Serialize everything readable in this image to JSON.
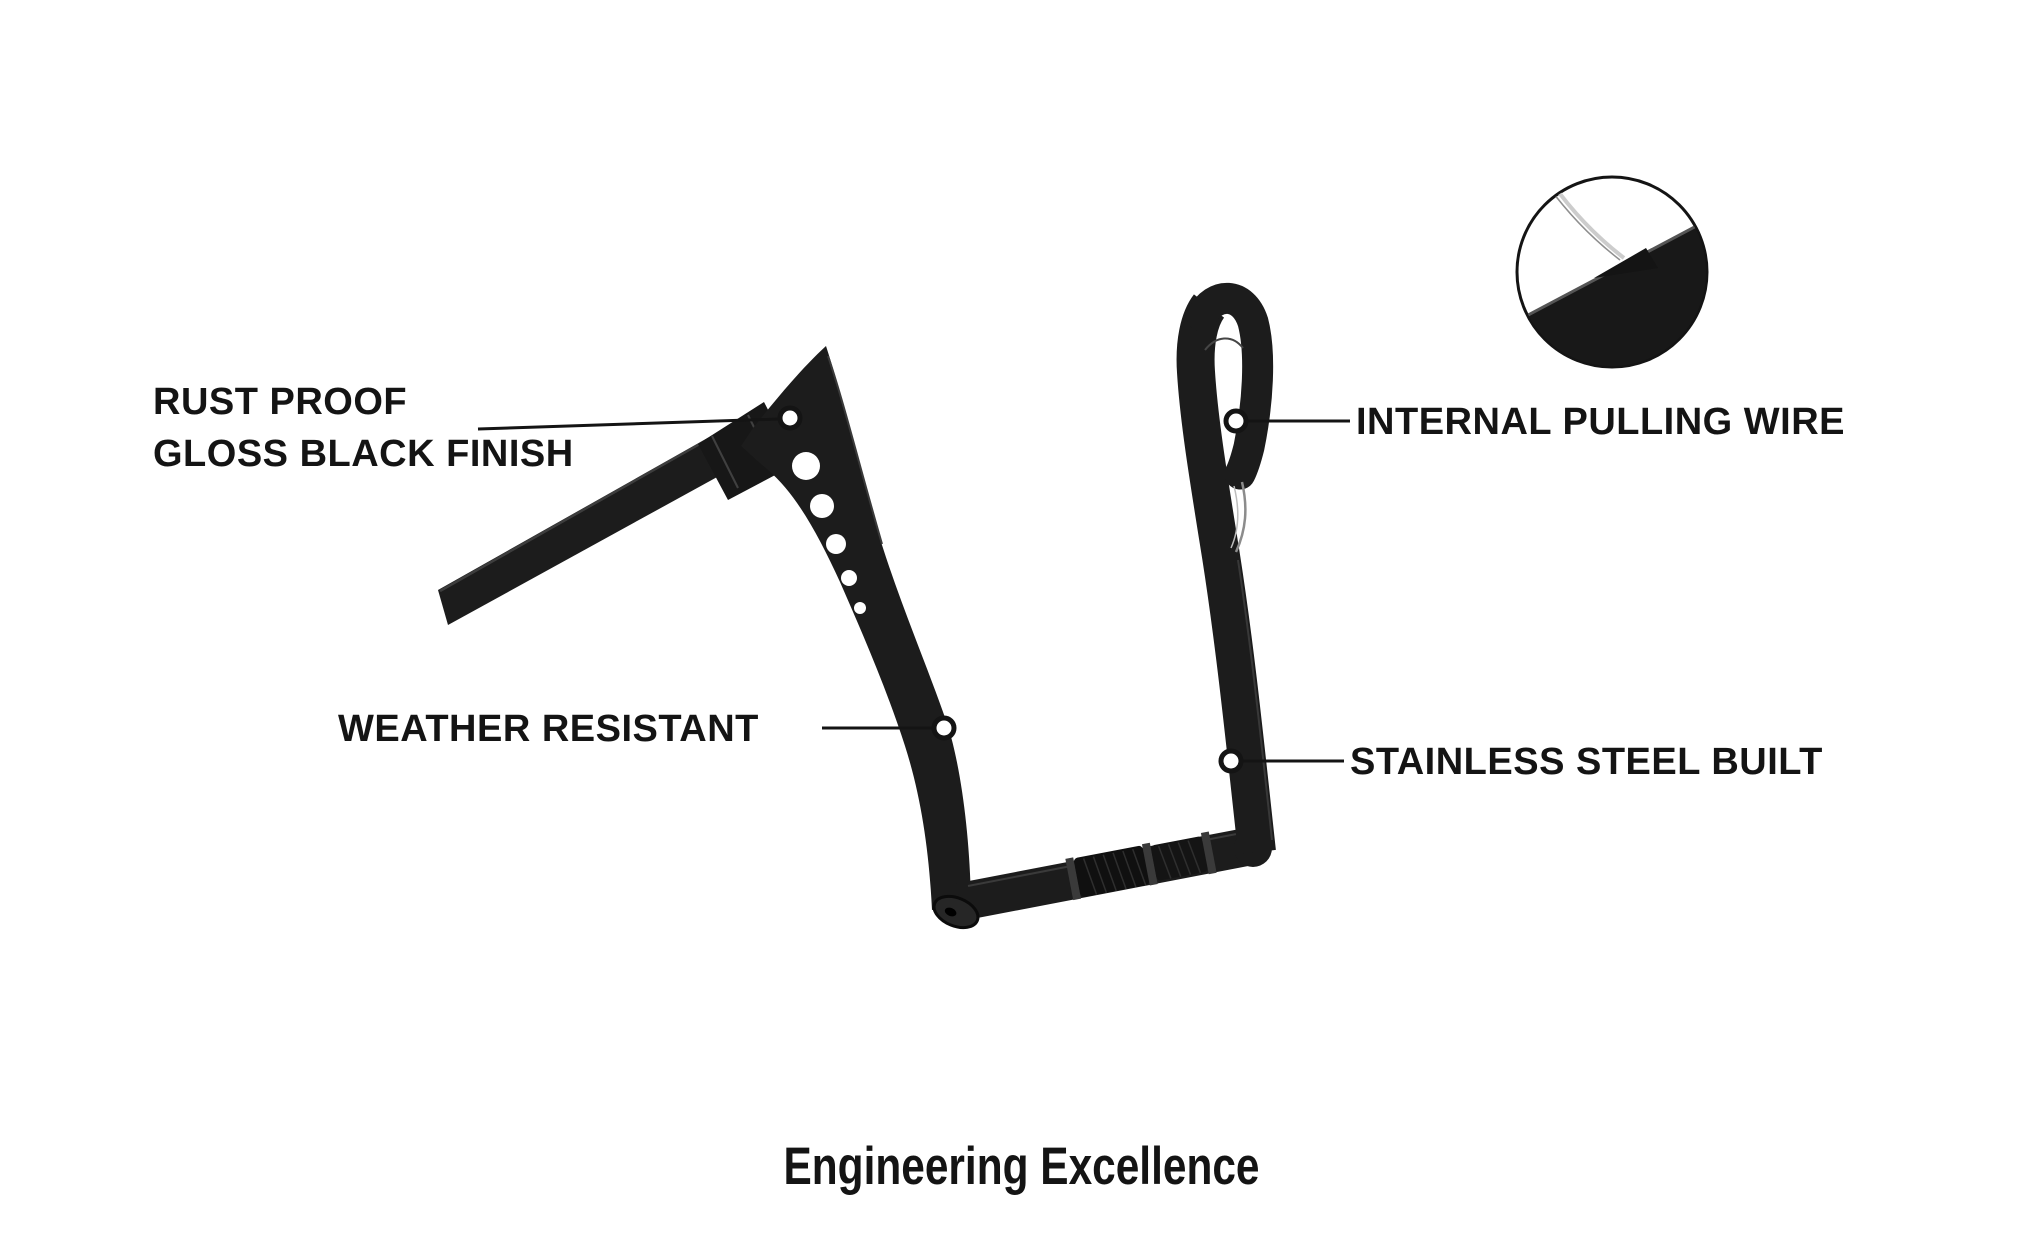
{
  "title": "Engineering Excellence",
  "callouts": {
    "rust_proof": {
      "line1": "RUST PROOF",
      "line2": "GLOSS BLACK FINISH"
    },
    "weather_resistant": {
      "label": "WEATHER RESISTANT"
    },
    "internal_pulling_wire": {
      "label": "INTERNAL PULLING WIRE"
    },
    "stainless_steel": {
      "label": "STAINLESS STEEL BUILT"
    }
  },
  "colors": {
    "ink": "#141414",
    "bar": "#1c1c1c",
    "wire_light": "#cccccc",
    "background": "#ffffff"
  }
}
